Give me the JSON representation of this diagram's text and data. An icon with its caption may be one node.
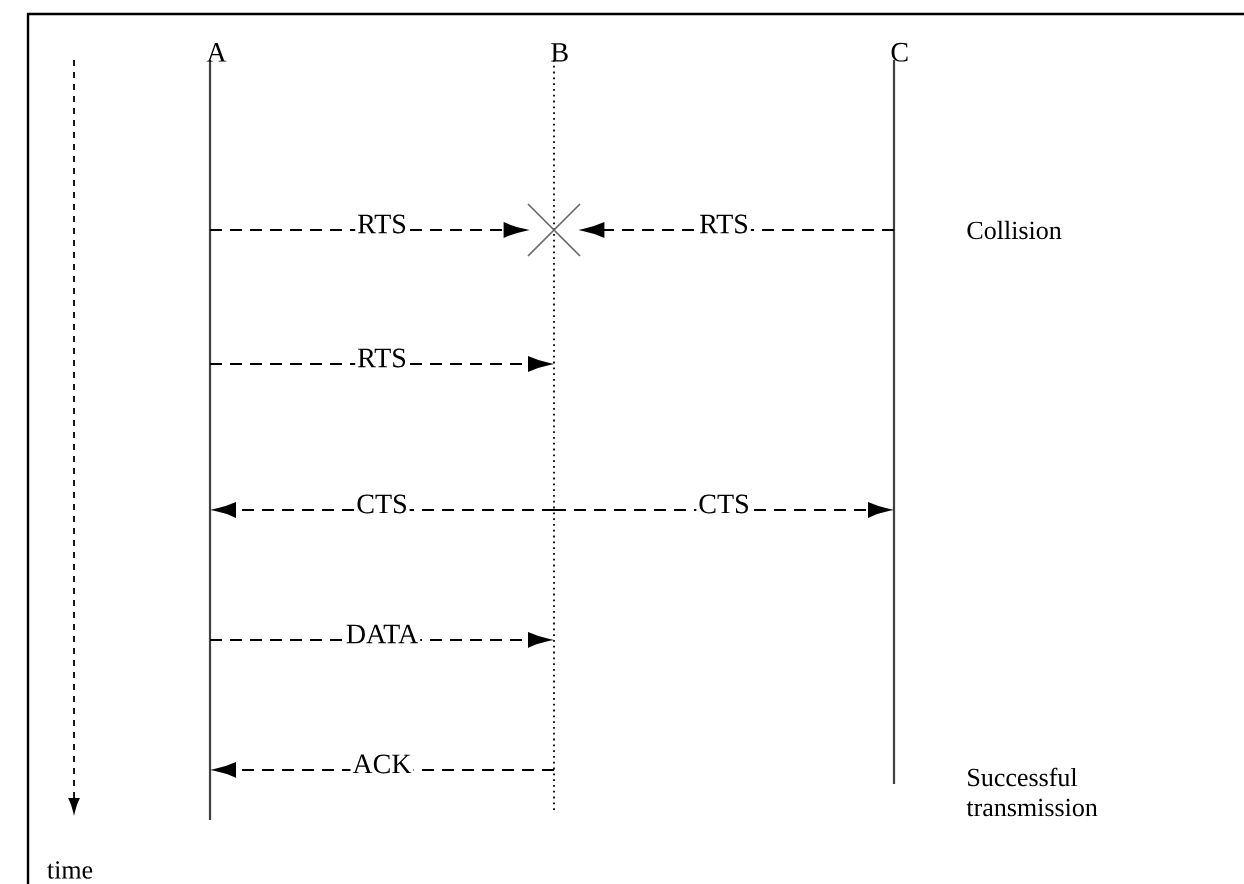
{
  "diagram": {
    "nodes": [
      {
        "text": [
          "A"
        ]
      },
      {
        "text": [
          "B"
        ]
      },
      {
        "text": [
          "C"
        ]
      },
      {
        "text": [],
        "shape": "cross"
      }
    ],
    "edges": [
      {
        "from": 0,
        "to": 3,
        "label": "RTS",
        "arrow": "to"
      },
      {
        "from": 2,
        "to": 3,
        "label": "RTS",
        "arrow": "to"
      },
      {
        "from": 0,
        "to": 1,
        "label": "RTS",
        "arrow": "to"
      },
      {
        "from": 1,
        "to": 0,
        "label": "CTS",
        "arrow": "to"
      },
      {
        "from": 1,
        "to": 2,
        "label": "CTS",
        "arrow": "to"
      },
      {
        "from": 0,
        "to": 1,
        "label": "DATA",
        "arrow": "to"
      },
      {
        "from": 1,
        "to": 0,
        "label": "ACK",
        "arrow": "to"
      }
    ],
    "labels": [
      "Collision",
      "Successful transmission",
      "time"
    ]
  }
}
